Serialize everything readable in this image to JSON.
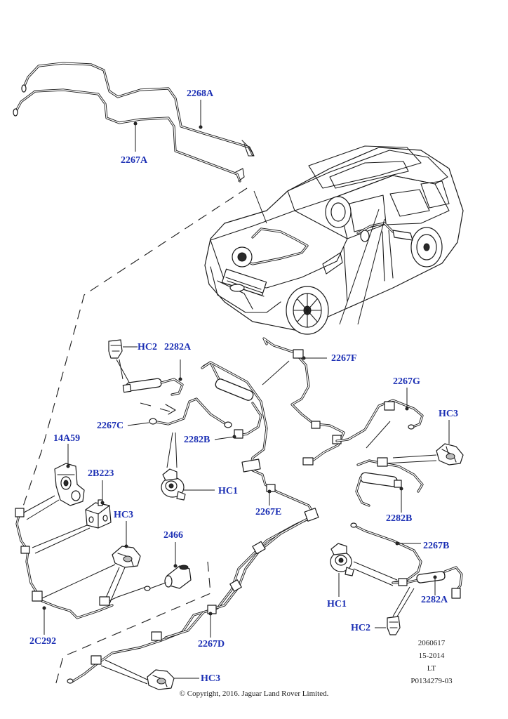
{
  "labels": {
    "p2268A": "2268A",
    "p2267A": "2267A",
    "hc2_top": "HC2",
    "p2282A_top": "2282A",
    "p2267F": "2267F",
    "p2267G": "2267G",
    "hc3_right": "HC3",
    "p2267C": "2267C",
    "p2282B_left": "2282B",
    "p14A59": "14A59",
    "p2B223": "2B223",
    "hc1_left": "HC1",
    "p2267E": "2267E",
    "p2282B_right": "2282B",
    "hc3_mid": "HC3",
    "p2466": "2466",
    "p2267B": "2267B",
    "hc1_right": "HC1",
    "p2282A_right": "2282A",
    "p2C292": "2C292",
    "hc2_bottom": "HC2",
    "p2267D": "2267D",
    "hc3_bottom": "HC3"
  },
  "reference": {
    "line1": "2060617",
    "line2": "15-2014",
    "line3": "LT",
    "line4": "P0134279-03"
  },
  "copyright": "© Copyright, 2016. Jaguar Land Rover Limited.",
  "colors": {
    "label": "#1b2fb4",
    "line": "#1a1a1a",
    "background": "#ffffff"
  }
}
